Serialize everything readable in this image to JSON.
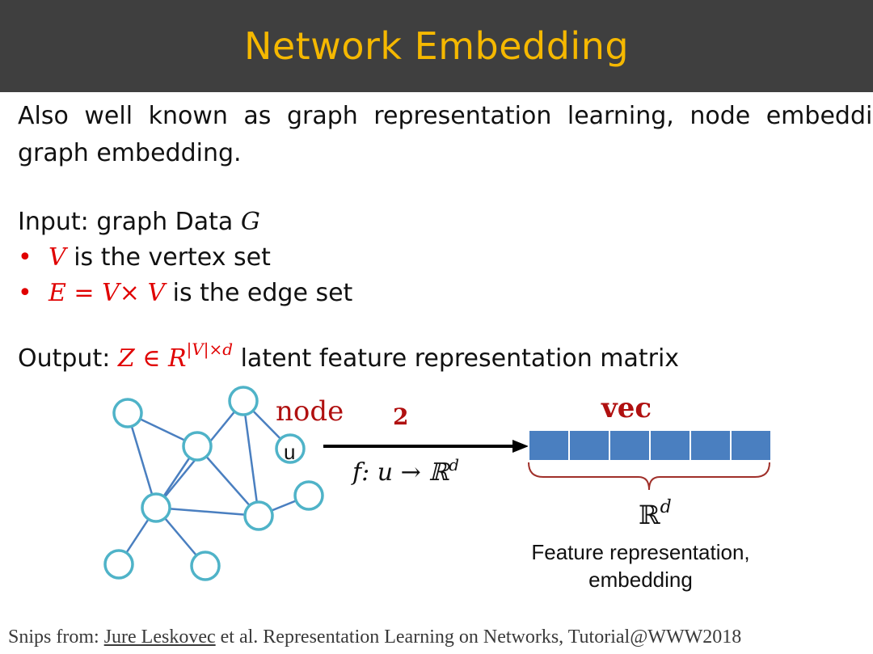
{
  "header": {
    "title": "Network Embedding"
  },
  "intro": {
    "line1": "Also well known as graph representation learning, node embedding,",
    "line2": "graph embedding."
  },
  "input": {
    "label": "Input: graph Data ",
    "symbol": "G",
    "bullets": [
      {
        "marker": "•",
        "math": "V",
        "text": " is the vertex set"
      },
      {
        "marker": "•",
        "math": "E = V× V",
        "text": " is the edge set"
      }
    ]
  },
  "output": {
    "label": "Output: ",
    "math": "Z ∈ R",
    "superscript": "|V|×d",
    "text": " latent feature representation matrix"
  },
  "diagram": {
    "node_label": "node",
    "arrow_number": "2",
    "vec_label": "vec",
    "node_u": "u",
    "mapping": "f: u → ℝ",
    "mapping_sup": "d",
    "space": "ℝ",
    "space_sup": "d",
    "caption_line1": "Feature representation,",
    "caption_line2": "embedding",
    "vector_cells": 6
  },
  "footer": {
    "prefix": "Snips from: ",
    "author": "Jure Leskovec",
    "rest": " et al. Representation Learning on Networks, Tutorial@WWW2018"
  },
  "colors": {
    "header_bg": "#3f3f3f",
    "title": "#f5b800",
    "math_red": "#e00000",
    "label_darkred": "#b01010",
    "node_stroke": "#4fb3c8",
    "edge": "#4a7fc0",
    "vector_fill": "#4a7fc0"
  }
}
